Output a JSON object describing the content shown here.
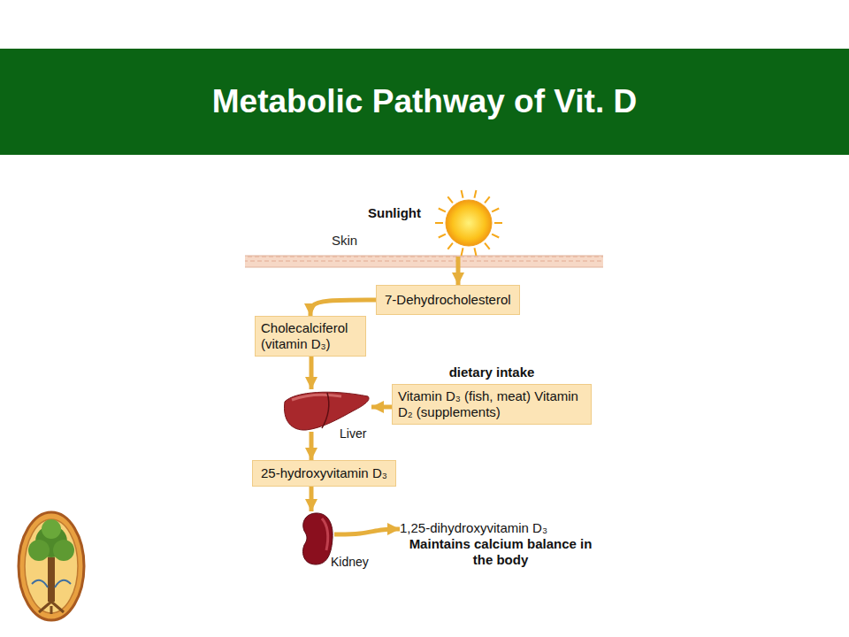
{
  "diagram": {
    "title": "Metabolic Pathway of Vit. D",
    "nodes": [
      {
        "text": [
          "Sunlight"
        ]
      },
      {
        "text": [
          "7-Dehydrocholesterol"
        ]
      },
      {
        "text": [
          "Cholecalciferol (vitamin D₃)"
        ]
      },
      {
        "text": [
          "dietary intake",
          "Vitamin D₃ (fish, meat) Vitamin D₂ (supplements)"
        ]
      },
      {
        "text": [
          "Liver"
        ]
      },
      {
        "text": [
          "25-hydroxyvitamin D₃"
        ]
      },
      {
        "text": [
          "Kidney"
        ]
      },
      {
        "text": [
          "1,25-dihydroxyvitamin D₃",
          "Maintains calcium balance in the body"
        ]
      }
    ],
    "edges": [
      {
        "from": 0,
        "to": 1,
        "arrow": "to"
      },
      {
        "from": 1,
        "to": 2,
        "arrow": "to"
      },
      {
        "from": 2,
        "to": 4,
        "arrow": "to"
      },
      {
        "from": 3,
        "to": 4,
        "arrow": "to"
      },
      {
        "from": 4,
        "to": 5,
        "arrow": "to"
      },
      {
        "from": 5,
        "to": 6,
        "arrow": "to"
      },
      {
        "from": 6,
        "to": 7,
        "arrow": "to"
      }
    ],
    "labels": [
      "Skin"
    ]
  }
}
